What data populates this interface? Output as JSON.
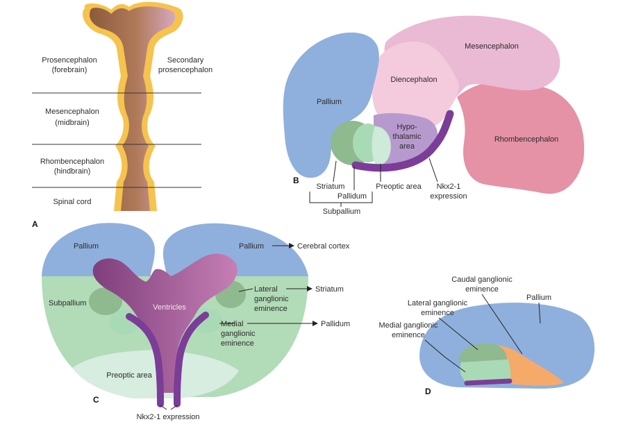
{
  "panels": {
    "a": "A",
    "b": "B",
    "c": "C",
    "d": "D"
  },
  "panel_a": {
    "prosencephalon_1": "Prosencephalon",
    "prosencephalon_2": "(forebrain)",
    "secondary_1": "Secondary",
    "secondary_2": "prosencephalon",
    "mesencephalon_1": "Mesencephalon",
    "mesencephalon_2": "(midbrain)",
    "rhombencephalon_1": "Rhombencephalon",
    "rhombencephalon_2": "(hindbrain)",
    "spinal_cord": "Spinal cord"
  },
  "panel_b": {
    "pallium": "Pallium",
    "diencephalon": "Diencephalon",
    "mesencephalon": "Mesencephalon",
    "rhombencephalon": "Rhombencephalon",
    "hypothalamic_1": "Hypo-",
    "hypothalamic_2": "thalamic",
    "hypothalamic_3": "area",
    "striatum": "Striatum",
    "pallidum": "Pallidum",
    "preoptic": "Preoptic area",
    "nkx_1": "Nkx2-1",
    "nkx_2": "expression",
    "subpallium": "Subpallium"
  },
  "panel_c": {
    "pallium_left": "Pallium",
    "pallium_right": "Pallium",
    "cerebral_cortex": "Cerebral cortex",
    "subpallium": "Subpallium",
    "ventricles": "Ventricles",
    "lateral_1": "Lateral",
    "lateral_2": "ganglionic",
    "lateral_3": "eminence",
    "striatum": "Striatum",
    "medial_1": "Medial",
    "medial_2": "ganglionic",
    "medial_3": "eminence",
    "pallidum": "Pallidum",
    "preoptic": "Preoptic area",
    "nkx": "Nkx2-1 expression"
  },
  "panel_d": {
    "caudal_1": "Caudal ganglionic",
    "caudal_2": "eminence",
    "lateral_1": "Lateral ganglionic",
    "lateral_2": "eminence",
    "medial_1": "Medial ganglionic",
    "medial_2": "eminence",
    "pallium": "Pallium"
  },
  "colors": {
    "tube_brown": "#a0694a",
    "tube_yellow": "#f5c34e",
    "pallium_blue": "#8fb0dc",
    "diencephalon_pink": "#f4cbdc",
    "mesencephalon_pink": "#eab9d3",
    "rhombencephalon_pink": "#e591a6",
    "hypothalamus_purple": "#b79acd",
    "striatum_green": "#8fb98f",
    "pallidum_green": "#a9dab6",
    "preoptic_green": "#cdebd8",
    "nkx_purple": "#7b3d97",
    "ventricle_purple": "#8e4a8a",
    "caudal_orange": "#f6aa6a"
  }
}
